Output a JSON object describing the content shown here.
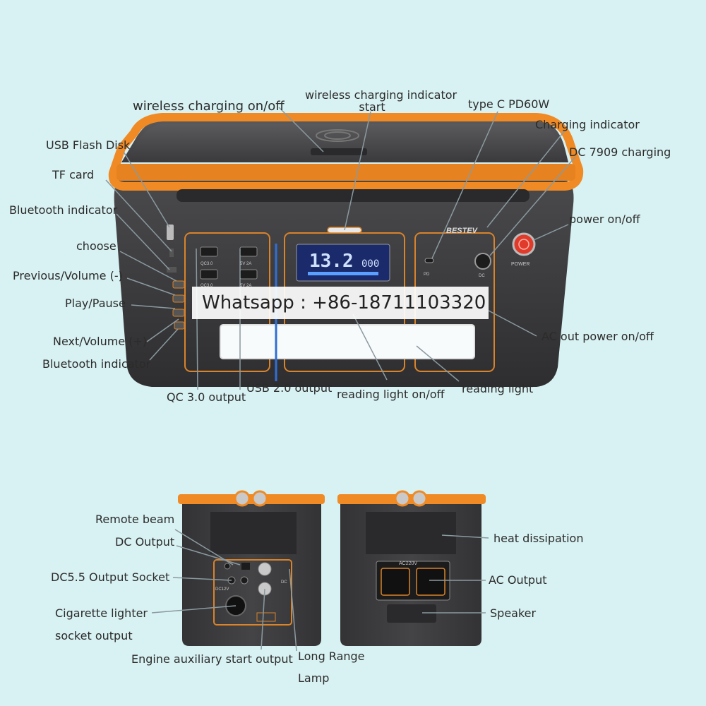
{
  "labels": {
    "wireless_charging_on_off": "wireless charging on/off",
    "wireless_charging_indicator_line1": "wireless charging indicator",
    "wireless_charging_indicator_line2": "start",
    "type_c": "type C PD60W",
    "charging_indicator": "Charging indicator",
    "dc_7909": "DC 7909 charging",
    "power_on_off": "power on/off",
    "usb_flash_disk": "USB Flash Disk",
    "tf_card": "TF card",
    "bluetooth_indicator_top": "Bluetooth indicator",
    "choose": "choose",
    "previous_volume": "Previous/Volume (-)",
    "play_pause": "Play/Pause",
    "next_volume": "Next/Volume (+)",
    "bluetooth_indicator_bottom": "Bluetooth indicator",
    "ac_out_power": "AC out power on/off",
    "qc_output": "QC 3.0 output",
    "usb2_output": "USB 2.0 output",
    "reading_light_on_off": "reading light on/off",
    "reading_light": "reading light",
    "remote_beam": "Remote beam",
    "dc_output": "DC Output",
    "dc55_socket": "DC5.5 Output Socket",
    "cigarette_line1": "Cigarette lighter",
    "cigarette_line2": "socket output",
    "engine_start": "Engine auxiliary start output",
    "long_range_line1": "Long Range",
    "long_range_line2": "Lamp",
    "heat_dissipation": "heat dissipation",
    "ac_output": "AC Output",
    "speaker": "Speaker"
  },
  "watermark": "Whatsapp : +86-18711103320",
  "device": {
    "display_value": "13.2",
    "display_unit": "000",
    "brand": "BESTEV",
    "power_text": "POWER",
    "port_qc": "QC3.0",
    "port_qc2": "QC3.0",
    "port_5v": "5V 2A",
    "port_5v2": "5V 2A",
    "port_pd": "PD",
    "port_dc": "DC",
    "ac_voltage": "AC220V",
    "dc12v": "DC12V",
    "dc_small": "DC"
  },
  "colors": {
    "background": "#d8f1f2",
    "casing": "#3b3b3d",
    "casing_dark": "#2a2a2c",
    "accent_orange": "#f08a24",
    "display_blue": "#2f6fd6",
    "leader_line": "#8a9aa0"
  }
}
